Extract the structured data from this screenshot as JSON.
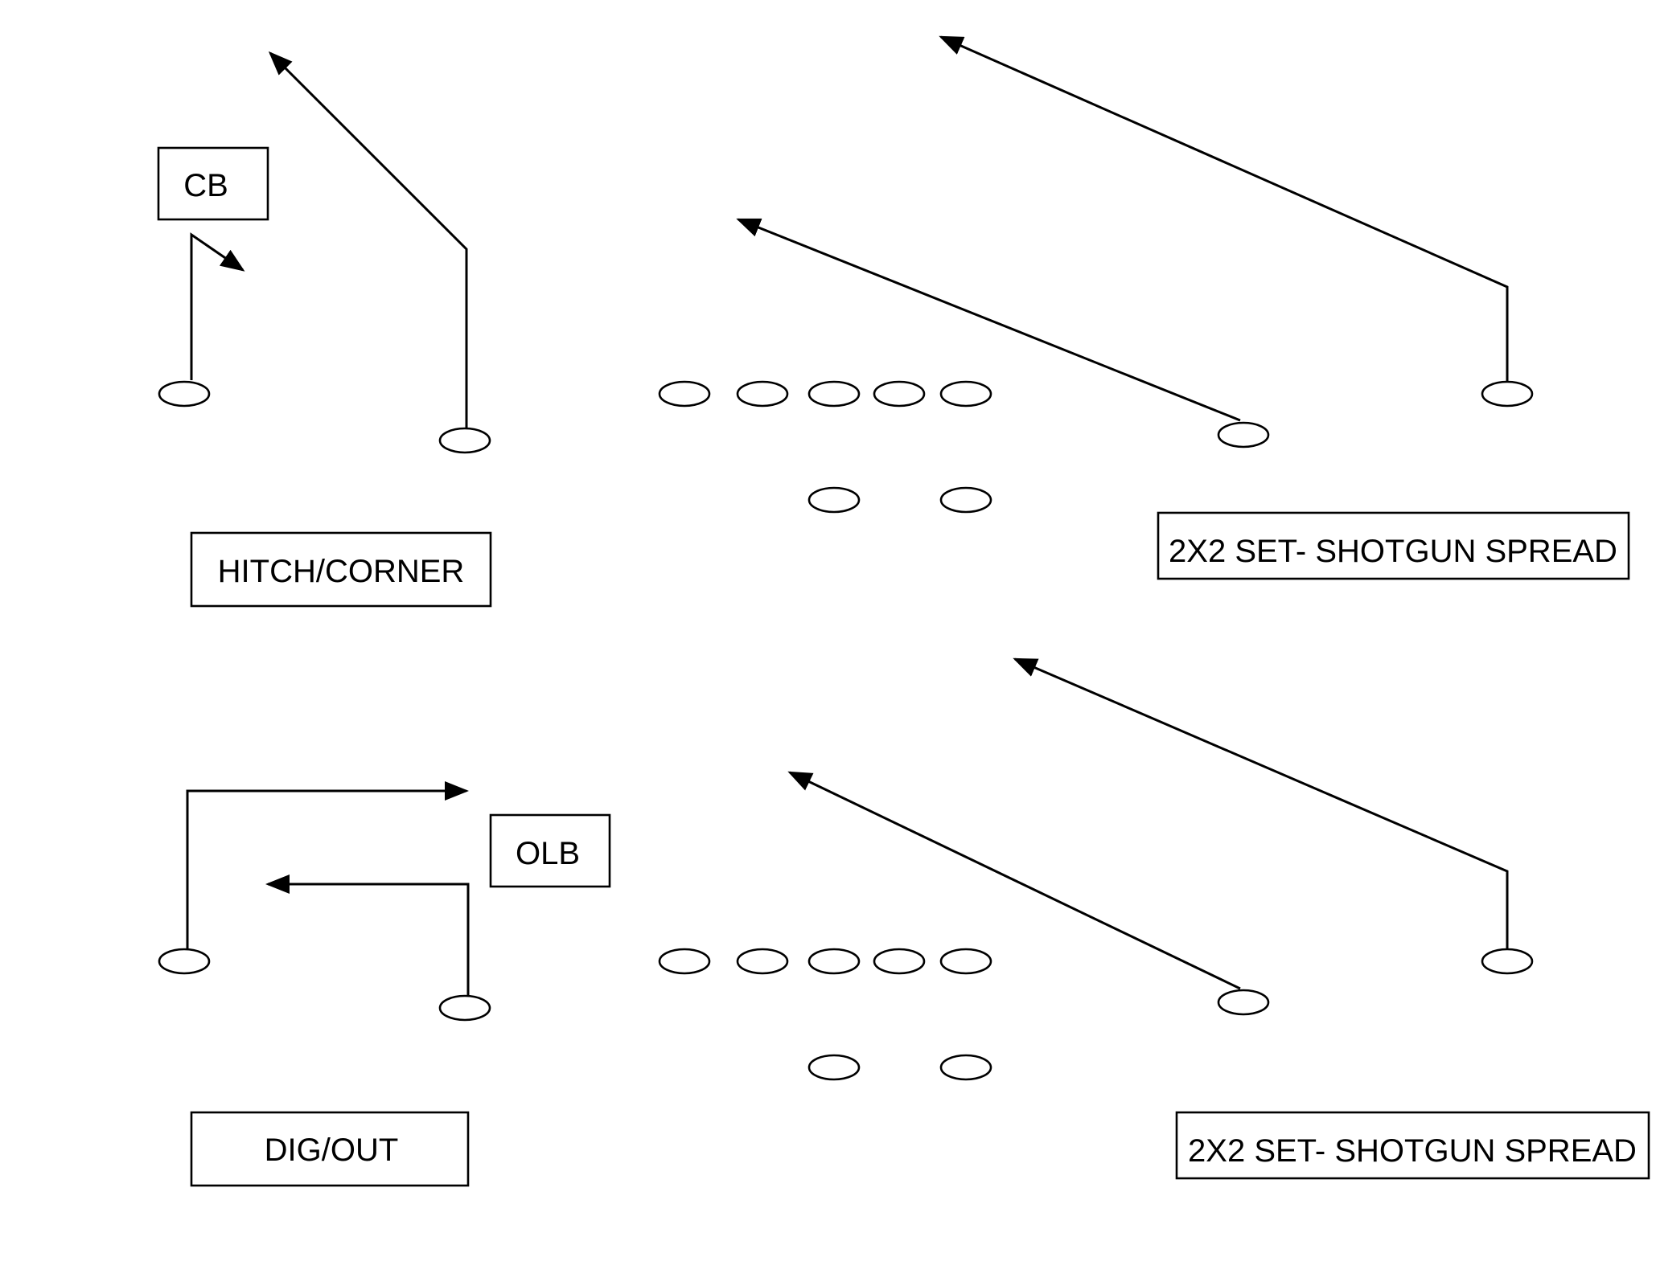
{
  "colors": {
    "ink": "#000000",
    "background": "#ffffff"
  },
  "plays": [
    {
      "id": "play-1",
      "label_cb": "CB",
      "label_concept": "HITCH/CORNER",
      "label_formation": "2X2 SET- SHOTGUN SPREAD"
    },
    {
      "id": "play-2",
      "label_olb": "OLB",
      "label_concept": "DIG/OUT",
      "label_formation": "2X2 SET- SHOTGUN SPREAD"
    }
  ]
}
